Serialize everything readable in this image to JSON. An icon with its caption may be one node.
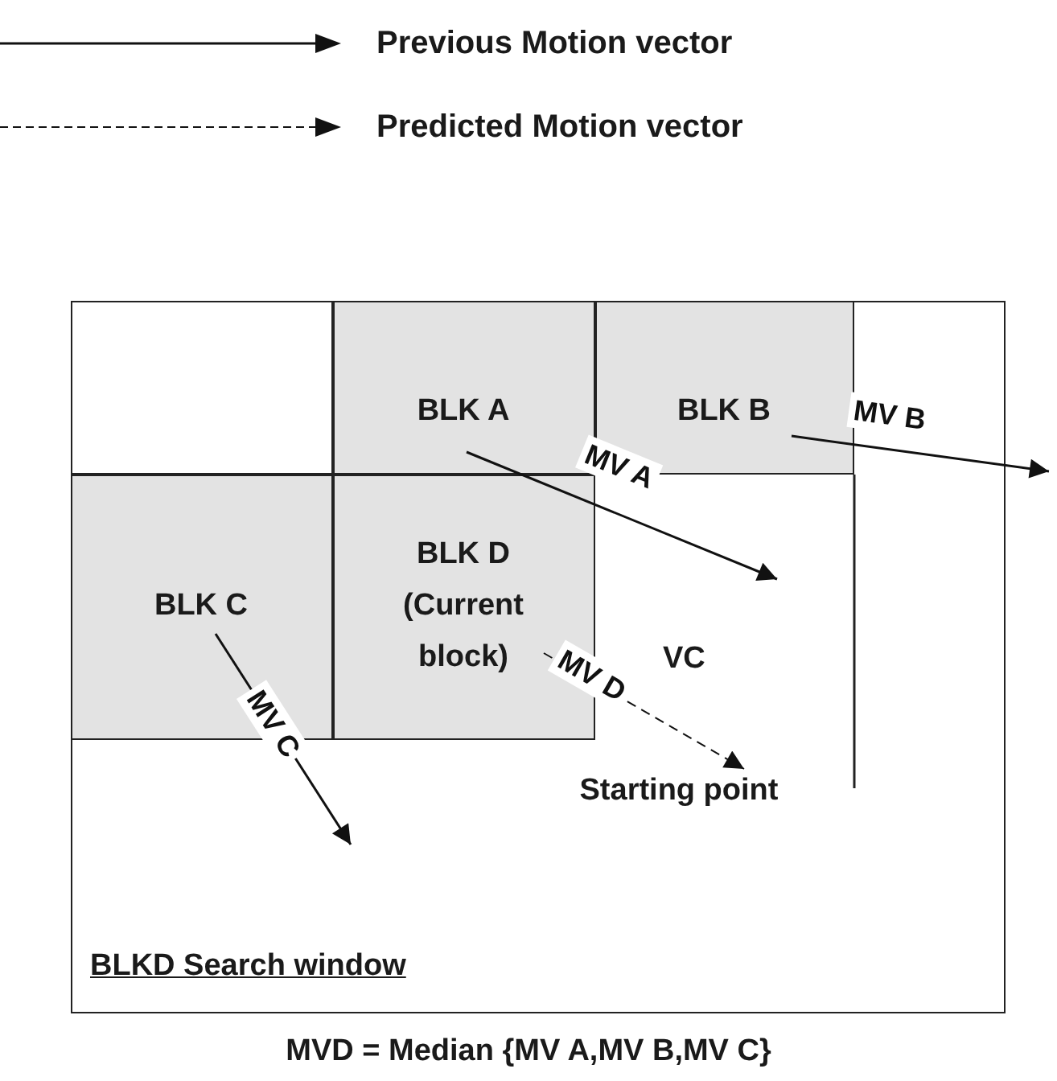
{
  "diagram": {
    "caption": "MVD = Median {MV A,MV B,MV C}",
    "nodes": [
      {
        "text": [
          "BLKD Search window"
        ]
      },
      {
        "text": [],
        "shape": "box",
        "in": 0
      },
      {
        "text": [
          "BLK A"
        ],
        "in": 0
      },
      {
        "text": [
          "BLK B"
        ],
        "in": 0
      },
      {
        "text": [
          "BLK C"
        ],
        "in": 0
      },
      {
        "text": [
          "BLK D",
          "(Current block)"
        ],
        "in": 0
      },
      {
        "text": [
          "Starting point"
        ],
        "in": 0
      }
    ],
    "edges": [
      {
        "from": 2,
        "to": null,
        "arrow": "to",
        "label": "MV A"
      },
      {
        "from": 3,
        "to": null,
        "arrow": "to",
        "label": "MV B"
      },
      {
        "from": 4,
        "to": null,
        "arrow": "to",
        "label": "MV C"
      },
      {
        "from": 5,
        "to": 6,
        "arrow": "to",
        "label": "MV D",
        "style": "dashed"
      }
    ],
    "labels": [
      "VC"
    ],
    "legend": [
      {
        "text": "Previous Motion vector"
      },
      {
        "text": "Predicted Motion vector"
      }
    ]
  }
}
